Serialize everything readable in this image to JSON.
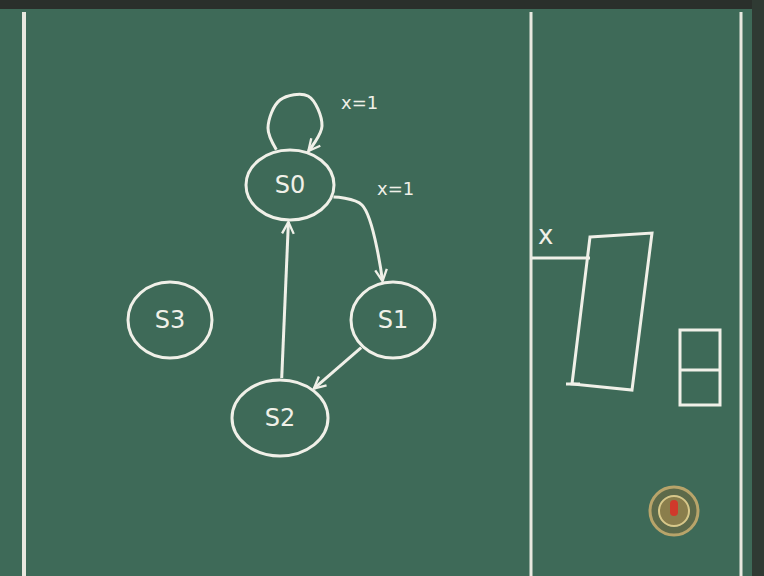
{
  "diagram": {
    "nodes": [
      {
        "text": [
          "S0"
        ]
      },
      {
        "text": [
          "S3"
        ]
      },
      {
        "text": [
          "S1"
        ]
      },
      {
        "text": [
          "S2"
        ]
      }
    ],
    "edges": [
      {
        "from": 0,
        "to": 0,
        "label": "x=1",
        "arrow": "to"
      },
      {
        "from": 0,
        "to": 2,
        "label": "x=1",
        "arrow": "to"
      },
      {
        "from": 2,
        "to": 3,
        "arrow": "to"
      },
      {
        "from": 3,
        "to": 0,
        "arrow": "to"
      }
    ],
    "labels": [
      "x"
    ]
  }
}
